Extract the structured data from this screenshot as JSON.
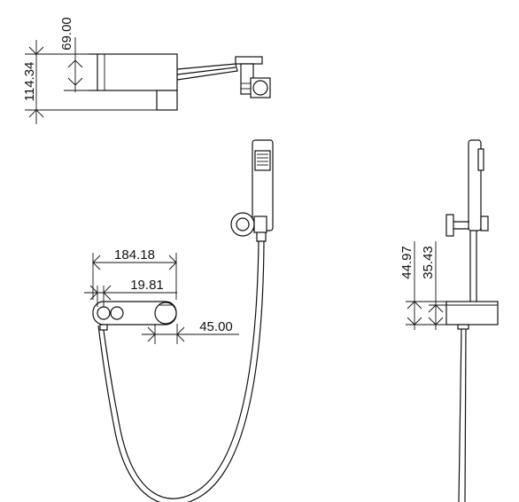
{
  "dimensions": {
    "total_height": "114.34",
    "upper_height": "69.00",
    "spout_length": "184.18",
    "button_offset": "19.81",
    "spout_diameter": "45.00",
    "bar_height_outer": "44.97",
    "bar_height_inner": "35.43"
  },
  "views": [
    "top-view",
    "front-view",
    "side-view"
  ]
}
